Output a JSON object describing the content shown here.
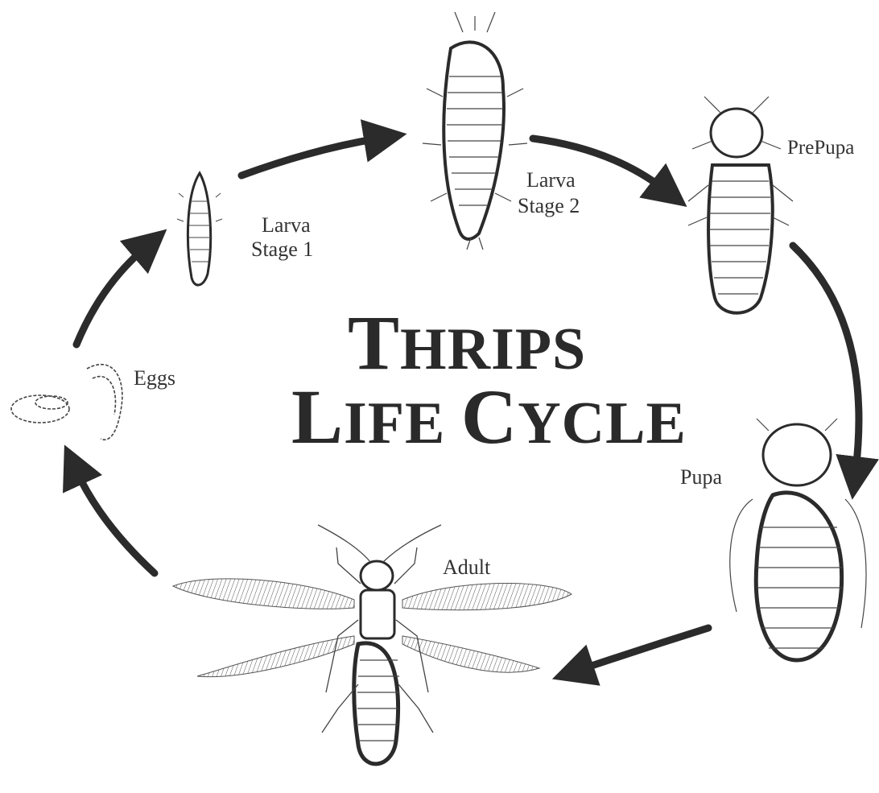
{
  "title": {
    "line1": [
      "T",
      "HRIPS"
    ],
    "line2": [
      "L",
      "IFE ",
      "C",
      "YCLE"
    ]
  },
  "stages": {
    "eggs": "Eggs",
    "larva1": [
      "Larva",
      "Stage 1"
    ],
    "larva2": [
      "Larva",
      "Stage 2"
    ],
    "prepupa": "PrePupa",
    "pupa": "Pupa",
    "adult": "Adult"
  },
  "colors": {
    "ink": "#2b2b2b",
    "background": "#ffffff"
  }
}
